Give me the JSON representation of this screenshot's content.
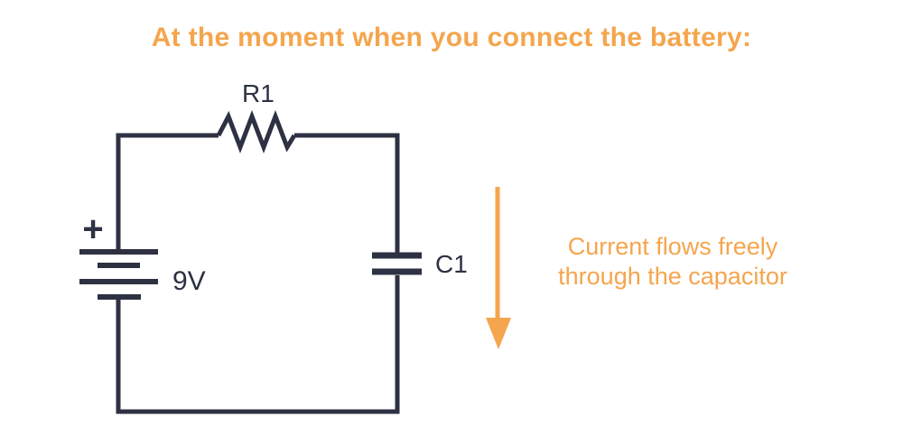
{
  "title": "At the moment when you connect the battery:",
  "colors": {
    "accent": "#F5A54D",
    "wire": "#2D3142",
    "background": "#FFFFFF"
  },
  "circuit": {
    "battery_polarity": "+",
    "battery_label": "9V",
    "resistor_label": "R1",
    "capacitor_label": "C1"
  },
  "annotation": {
    "line1": "Current flows freely",
    "line2": "through the capacitor"
  }
}
